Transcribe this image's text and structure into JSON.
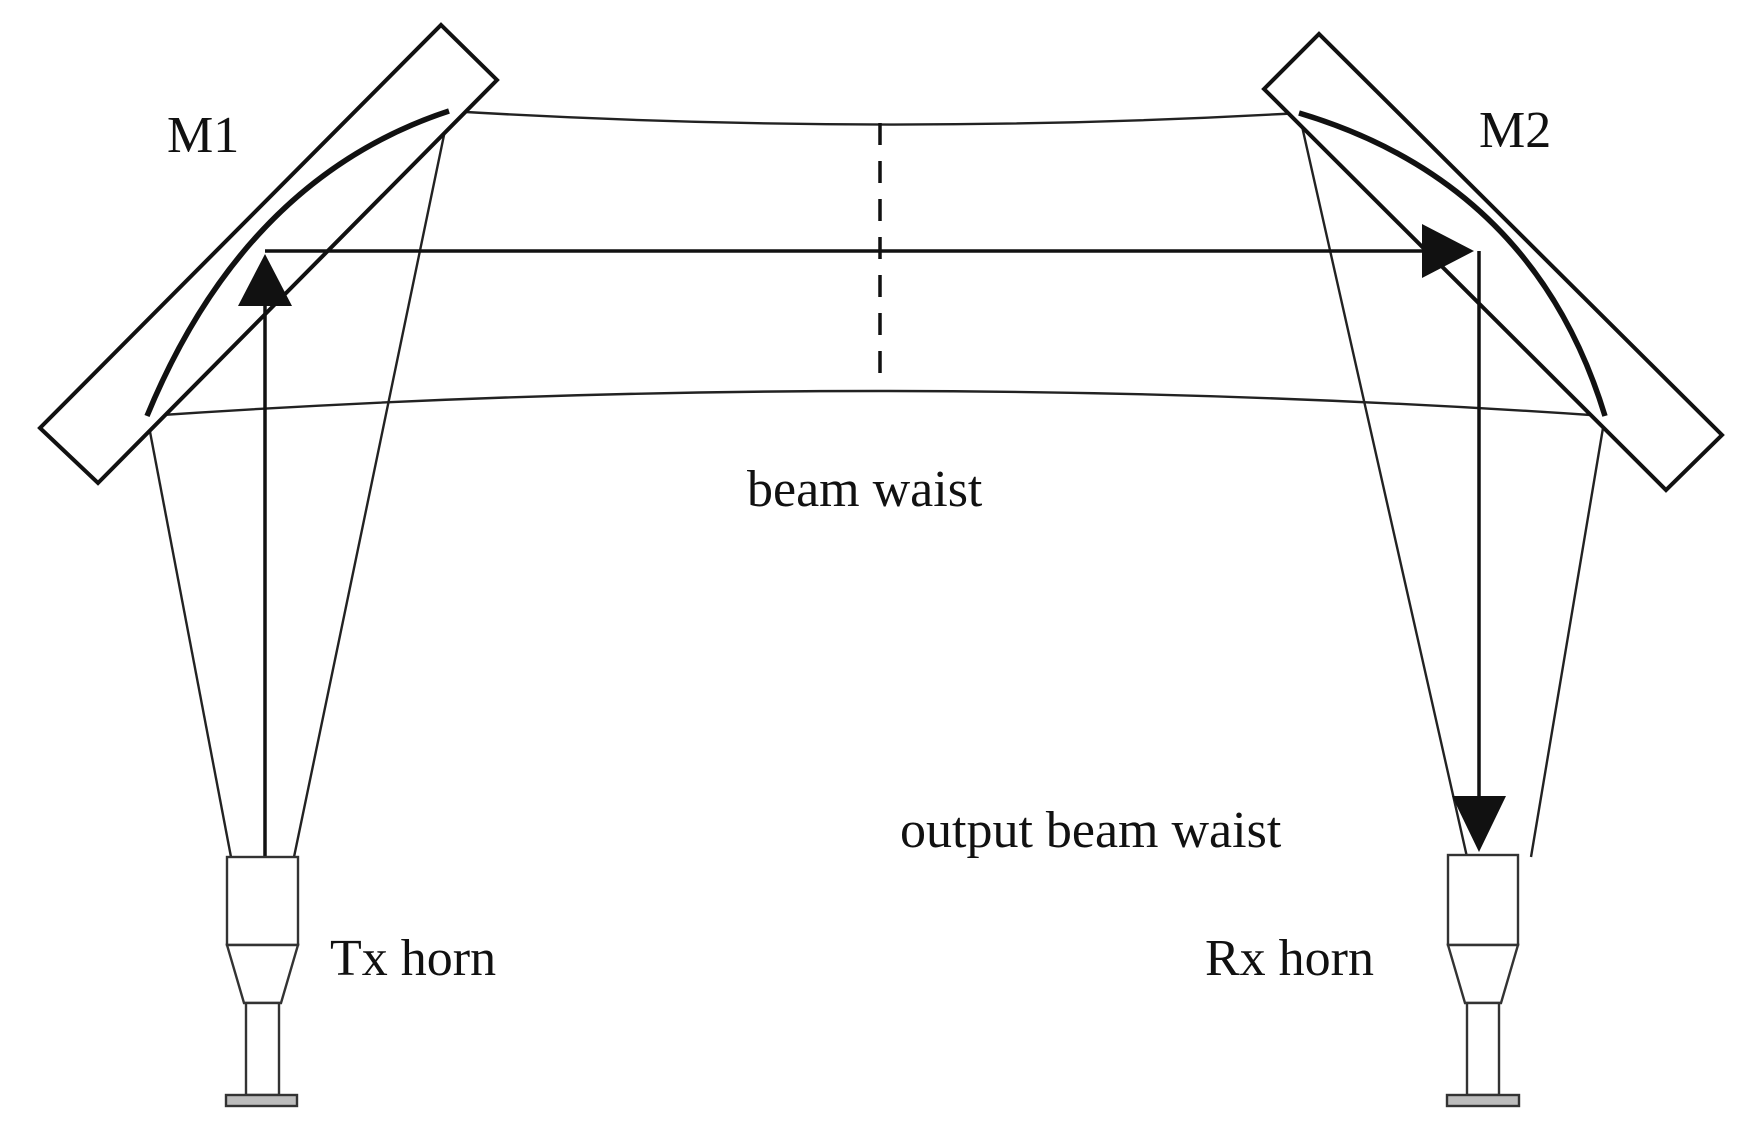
{
  "labels": {
    "mirror1": "M1",
    "mirror2": "M2",
    "beam_waist": "beam waist",
    "output_beam_waist": "output beam waist",
    "tx_horn": "Tx horn",
    "rx_horn": "Rx horn"
  }
}
